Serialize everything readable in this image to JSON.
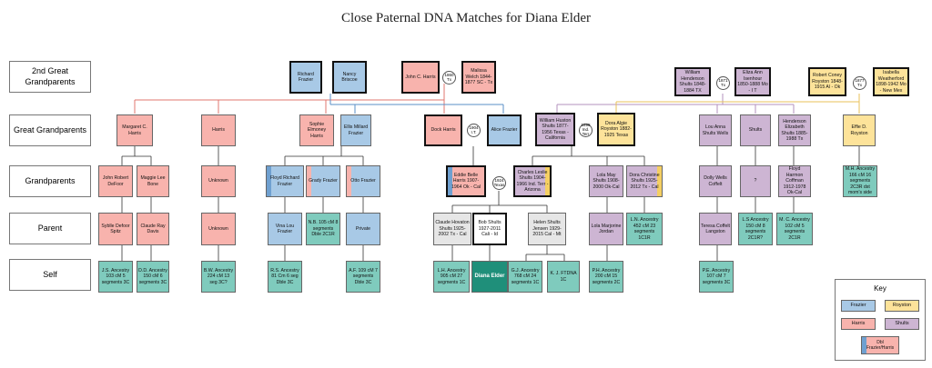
{
  "title": "Close Paternal DNA Matches for Diana Elder",
  "generations": [
    "2nd Great Grandparents",
    "Great Grandparents",
    "Grandparents",
    "Parent",
    "Self"
  ],
  "nodes": {
    "richard_frazier": "Richard Frazier",
    "nancy_briscoe": "Nancy Briscoe",
    "john_c_harris": "John C. Harris",
    "mahssa_welch": "Malissa Welch 1844-1877 SC - Tx",
    "william_h_shults": "William Henderson Shults 1848-1884 TX",
    "eliza_ann_isenhour": "Eliza Ann Isenhour 1850-1888 Mo - I T",
    "robert_royston": "Robert Coney Royston 1848-1915 Al - Ok",
    "isabella_weatherford": "Isabella Weatherford 1898-1942 Mo - New Mex",
    "margaret_harris": "Margaret C. Harris",
    "harris": "Harris",
    "sophie_harris": "Sophie Elmoney Harris",
    "ellis_frazier": "Ellis Millard Frazier",
    "dock_harris": "Dock Harris",
    "alice_frazier": "Alice Frazier",
    "william_huston_shults": "William Huston Shults 1877-1956 Texas - California",
    "dora_royston": "Dora Algie Royston 1882-1925 Texas",
    "lou_anna_wells": "Lou Anna Shults Wells",
    "shults": "Shults",
    "henderson_shults": "Henderson Elizabeth Shults 1885-1988 Tx",
    "effie_royston": "Effie D. Royston",
    "john_robert_defoor": "John Robert DeFoor",
    "maggie_bone": "Maggie Lee Bone",
    "unknown_1": "Unknown",
    "floyd_frazier": "Floyd Richard Frazier",
    "grady_frazier": "Grady Frazier",
    "otto_frazier": "Otto Frazier",
    "eddie_harris": "Eddie Belle Harris 1907-1964 Ok - Cal",
    "charles_shults": "Charles Leslie Shults 1904-1966 Ind. Terr - Arizona",
    "lola_shults": "Lola May Shults 1908-2000 Ok-Cal",
    "dora_christine_shults": "Dora Christine Shults 1925-2012 Tx - Cal",
    "dolly_coffelt": "Dolly Wells Coffelt",
    "q": "?",
    "floyd_coffman": "Floyd Harmon Coffman 1912-1978 Ok-Cal",
    "mh_ancestry": "M.H. Ancestry 166 cM 16 segments 2C3R dst mom's side",
    "sybile_spitz": "Syblle Defoor Spitz",
    "claude_davis": "Claude Ray Davis",
    "unknown_2": "Unknown",
    "vina_frazier": "Vina Lou Frazier",
    "nb": "N.B. 105 cM 8 segments Dble 2C1R",
    "private": "Private",
    "claude_shults": "Claude Hovaton Shults 1925-2002 Tx - Cal",
    "bob_shults": "Bob Shults 1927-2011 Cali - Id",
    "helen_jensen": "Helen Shults Jensen 1929-2015 Cal - Mt",
    "lola_jordan": "Lola Marjorine Jordan",
    "ln": "L.N. Ancestry 452 cM 23 segments 1C1R",
    "teresa_langston": "Teresa Coffelt Langston",
    "ls": "L.S Ancestry 150 cM 8 segments 2C1R?",
    "mc": "M. C. Ancestry 102 cM 5 segments 2C1R",
    "js": "J.S. Ancestry 103 cM 5 segments 3C",
    "dd": "D.D. Ancestry 150 cM 6 segments 3C",
    "bw": "B.W. Ancestry 224 cM 13 seg 3C?",
    "rs": "R.S. Ancestry 81 Cm 6 seg Dble 3C",
    "af": "A.F. 109 cM 7 segments Dble 3C",
    "lh": "L.H. Ancestry 905 cM 27 segments 1C",
    "diana_elder": "Diana Elder",
    "gj": "G.J. Ancestry 768 cM 24 segments 1C",
    "kj": "K. J. FTDNA 1C",
    "ph": "P.H. Ancestry 200 cM 15 segments 2C",
    "pe": "P.E. Ancestry 107 cM 7 segments 3C"
  },
  "marriages": {
    "m1": "1860 Tx",
    "m2": "1871 Tx",
    "m3": "1877 Tx",
    "m4": "1904 I.T.",
    "m5": "1898 Ind. Terr",
    "m6": "1924 Texas"
  },
  "key": {
    "title": "Key",
    "frazier": "Frazier",
    "royston": "Royston",
    "harris": "Harris",
    "shults": "Shults",
    "dbl": "Dbl Frazier/Harris"
  },
  "colors": {
    "harris": "#f8b3ad",
    "frazier": "#a8c9e6",
    "royston": "#fde39a",
    "shults": "#cdb5d3",
    "match": "#7fcbbd",
    "self": "#1f8f7a"
  }
}
